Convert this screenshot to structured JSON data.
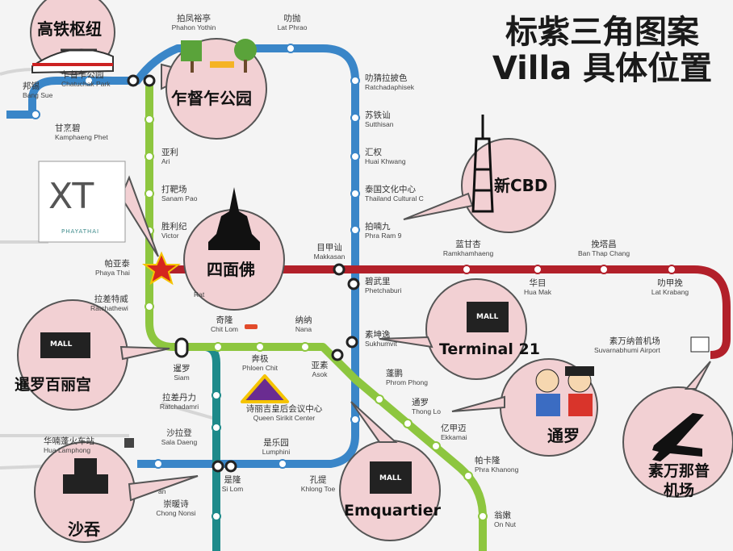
{
  "title": {
    "line1": "标紫三角图案",
    "line2": "Villa 具体位置"
  },
  "colors": {
    "green_line": "#8dc63f",
    "blue_line": "#3a86c8",
    "red_line": "#b2202a",
    "teal_line": "#1e8a8a",
    "bubble": "#f2d0d3",
    "villa_marker": "#6a2c91"
  },
  "landmarks": {
    "rail_hub": "高铁枢纽",
    "chatuchak_park": "乍督乍公园",
    "phayathai_brand": "PHAYATHAI",
    "erawan": "四面佛",
    "new_cbd": "新CBD",
    "siam_paragon": "暹罗百丽宫",
    "terminal21": "Terminal 21",
    "thong_lo": "通罗",
    "emquartier": "Emquartier",
    "airport": "素万那普 机场",
    "sathorn": "沙吞",
    "mall_label": "MALL"
  },
  "stations": {
    "bang_sue": {
      "cn": "邦锡",
      "en": "Bang Sue"
    },
    "kamphaeng_phet": {
      "cn": "甘烹碧",
      "en": "Kamphaeng Phet"
    },
    "chatuchak_park": {
      "cn": "乍督乍公园",
      "en": "Chatuchak Park"
    },
    "phahon_yothin": {
      "cn": "拍凤裕亭",
      "en": "Phahon Yothin"
    },
    "lat_phrao": {
      "cn": "叻抛",
      "en": "Lat Phrao"
    },
    "ratchadaphisek": {
      "cn": "叻猜拉披色",
      "en": "Ratchadaphisek"
    },
    "sutthisan": {
      "cn": "苏铁讪",
      "en": "Sutthisan"
    },
    "huai_khwang": {
      "cn": "汇权",
      "en": "Huai Khwang"
    },
    "thailand_cultural": {
      "cn": "泰国文化中心",
      "en": "Thailand Cultural C"
    },
    "phra_ram_9": {
      "cn": "拍喃九",
      "en": "Phra Ram 9"
    },
    "ari": {
      "cn": "亚利",
      "en": "Ari"
    },
    "sanam_pao": {
      "cn": "打靶场",
      "en": "Sanam Pao"
    },
    "victory": {
      "cn": "胜利纪",
      "en": "Victor"
    },
    "phaya_thai": {
      "cn": "帕亚泰",
      "en": "Phaya Thai"
    },
    "ratchathewi": {
      "cn": "拉差特威",
      "en": "Ratchathewi"
    },
    "makkasan": {
      "cn": "目甲讪",
      "en": "Makkasan"
    },
    "phetchaburi": {
      "cn": "碧武里",
      "en": "Phetchaburi"
    },
    "ramkhamhaeng": {
      "cn": "蓝甘杏",
      "en": "Ramkhamhaeng"
    },
    "hua_mak": {
      "cn": "华目",
      "en": "Hua Mak"
    },
    "ban_thap_chang": {
      "cn": "挽塔昌",
      "en": "Ban Thap Chang"
    },
    "lat_krabang": {
      "cn": "叻甲挽",
      "en": "Lat Krabang"
    },
    "suvarnabhumi": {
      "cn": "素万纳普机场",
      "en": "Suvarnabhumi Airport"
    },
    "chit_lom": {
      "cn": "奇隆",
      "en": "Chit Lom"
    },
    "nana": {
      "cn": "纳纳",
      "en": "Nana"
    },
    "ratchaprasong_stub": {
      "cn": "",
      "en": "Rat"
    },
    "siam": {
      "cn": "暹罗",
      "en": "Siam"
    },
    "phloen_chit": {
      "cn": "奔极",
      "en": "Phloen Chit"
    },
    "asok": {
      "cn": "亚素",
      "en": "Asok"
    },
    "sukhumvit": {
      "cn": "素坤逸",
      "en": "Sukhumvit"
    },
    "phrom_phong": {
      "cn": "蓬鹏",
      "en": "Phrom Phong"
    },
    "thong_lo": {
      "cn": "通罗",
      "en": "Thong Lo"
    },
    "ekkamai": {
      "cn": "亿甲迈",
      "en": "Ekkamai"
    },
    "phra_khanong": {
      "cn": "帕卡隆",
      "en": "Phra Khanong"
    },
    "on_nut": {
      "cn": "翁嫩",
      "en": "On Nut"
    },
    "ratchadamri": {
      "cn": "拉差丹力",
      "en": "Ratchadamri"
    },
    "qsncc": {
      "cn": "诗丽吉皇后会议中心",
      "en": "Queen Sirikit Center"
    },
    "sala_daeng": {
      "cn": "沙拉登",
      "en": "Sala Daeng"
    },
    "lumphini": {
      "cn": "是乐园",
      "en": "Lumphini"
    },
    "hua_lamphong": {
      "cn": "华喃蓬火车站",
      "en": "Hua Lamphong"
    },
    "si_lom": {
      "cn": "是隆",
      "en": "Si Lom"
    },
    "khlong_toei": {
      "cn": "孔提",
      "en": "Khlong Toe"
    },
    "chong_nonsi": {
      "cn": "崇暖诗",
      "en": "Chong Nonsi"
    },
    "sam_yan_stub": {
      "cn": "",
      "en": "an"
    }
  }
}
